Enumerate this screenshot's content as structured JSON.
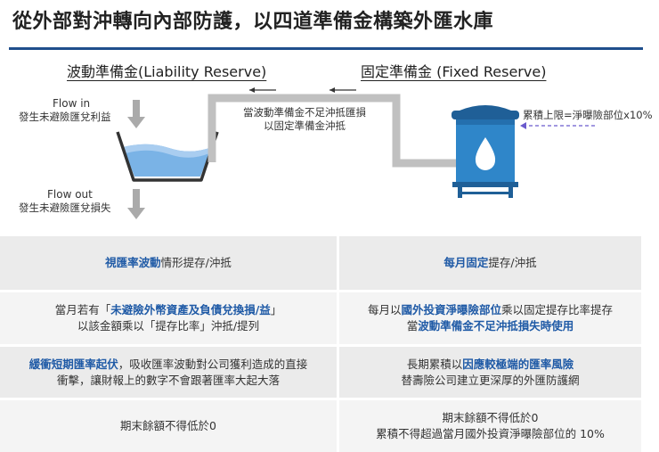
{
  "title": "從外部對沖轉向內部防護，以四道準備金構築外匯水庫",
  "header": {
    "left": "波動準備金(Liability Reserve)",
    "right": "固定準備金 (Fixed Reserve)"
  },
  "diagram": {
    "flow_in_title": "Flow in",
    "flow_in_desc": "發生未避險匯兌利益",
    "flow_out_title": "Flow out",
    "flow_out_desc": "發生未避險匯兌損失",
    "pipe_label_line1": "當波動準備金不足沖抵匯損",
    "pipe_label_line2": "以固定準備金沖抵",
    "tank_cap_label": "累積上限=淨曝險部位x10%",
    "colors": {
      "water": "#4a90d9",
      "tank": "#2f86c9",
      "pipe": "#c0c0c0",
      "arrow": "#999999"
    }
  },
  "rows": [
    {
      "left": [
        {
          "t": "視匯率波動",
          "b": true
        },
        {
          "t": "情形提存/沖抵",
          "b": false
        }
      ],
      "right": [
        {
          "t": "每月固定",
          "b": true
        },
        {
          "t": "提存/沖抵",
          "b": false
        }
      ]
    },
    {
      "left_line1": [
        {
          "t": "當月若有「",
          "b": false
        },
        {
          "t": "未避險外幣資產及負債兌換損/益",
          "b": true
        },
        {
          "t": "」",
          "b": false
        }
      ],
      "left_line2": [
        {
          "t": "以該金額乘以「提存比率」沖抵/提列",
          "b": false
        }
      ],
      "right_line1": [
        {
          "t": "每月以",
          "b": false
        },
        {
          "t": "國外投資淨曝險部位",
          "b": true
        },
        {
          "t": "乘以固定提存比率提存",
          "b": false
        }
      ],
      "right_line2": [
        {
          "t": "當",
          "b": false
        },
        {
          "t": "波動準備金不足沖抵損失時使用",
          "b": true
        }
      ]
    },
    {
      "left_line1": [
        {
          "t": "緩衝短期匯率起伏",
          "b": true
        },
        {
          "t": "，吸收匯率波動對公司獲利造成的直接",
          "b": false
        }
      ],
      "left_line2": [
        {
          "t": "衝擊，讓財報上的數字不會跟著匯率大起大落",
          "b": false
        }
      ],
      "right_line1": [
        {
          "t": "長期累積以",
          "b": false
        },
        {
          "t": "因應較極端的匯率風險",
          "b": true
        }
      ],
      "right_line2": [
        {
          "t": "替壽險公司建立更深厚的外匯防護網",
          "b": false
        }
      ]
    },
    {
      "left": "期末餘額不得低於0",
      "right_line1": "期末餘額不得低於0",
      "right_line2": "累積不得超過當月國外投資淨曝險部位的 10%"
    }
  ]
}
